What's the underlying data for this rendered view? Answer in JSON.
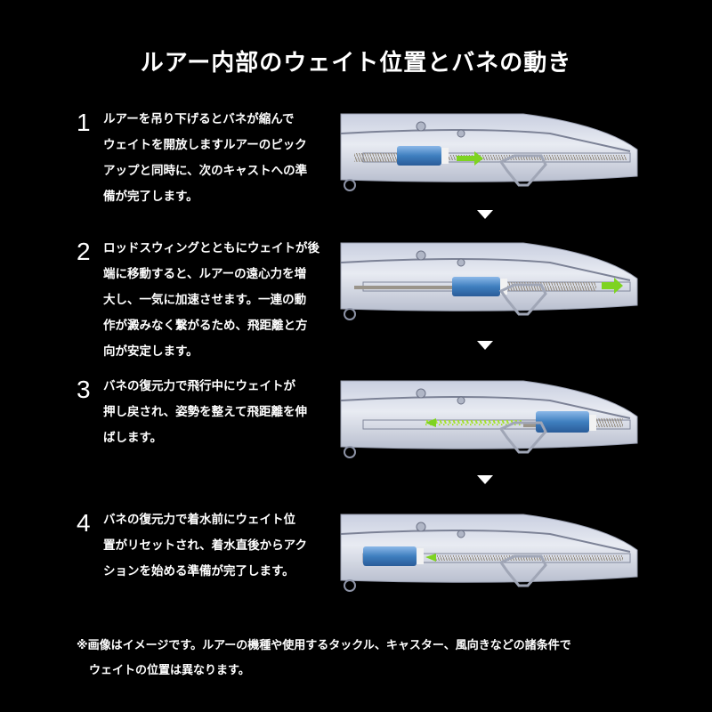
{
  "title": "ルアー内部のウェイト位置とバネの動き",
  "steps": [
    {
      "num": "1",
      "lines": [
        "ルアーを吊り下げるとバネが縮んで",
        "ウェイトを開放しますルアーのピック",
        "アップと同時に、次のキャストへの準",
        "備が完了します。"
      ]
    },
    {
      "num": "2",
      "lines": [
        "ロッドスウィングとともにウェイトが後",
        "端に移動すると、ルアーの遠心力を増",
        "大し、一気に加速させます。一連の動",
        "作が澱みなく繋がるため、飛距離と方",
        "向が安定します。"
      ]
    },
    {
      "num": "3",
      "lines": [
        "バネの復元力で飛行中にウェイトが",
        "押し戻され、姿勢を整えて飛距離を伸",
        "ばします。"
      ]
    },
    {
      "num": "4",
      "lines": [
        "バネの復元力で着水前にウェイト位",
        "置がリセットされ、着水直後からアク",
        "ションを始める準備が完了します。"
      ]
    }
  ],
  "note": [
    "※画像はイメージです。ルアーの機種や使用するタックル、キャスター、風向きなどの諸条件で",
    "ウェイトの位置は異なります。"
  ],
  "colors": {
    "accent": "#7ed321",
    "weight": "#3f7fbf",
    "background": "#000000"
  }
}
